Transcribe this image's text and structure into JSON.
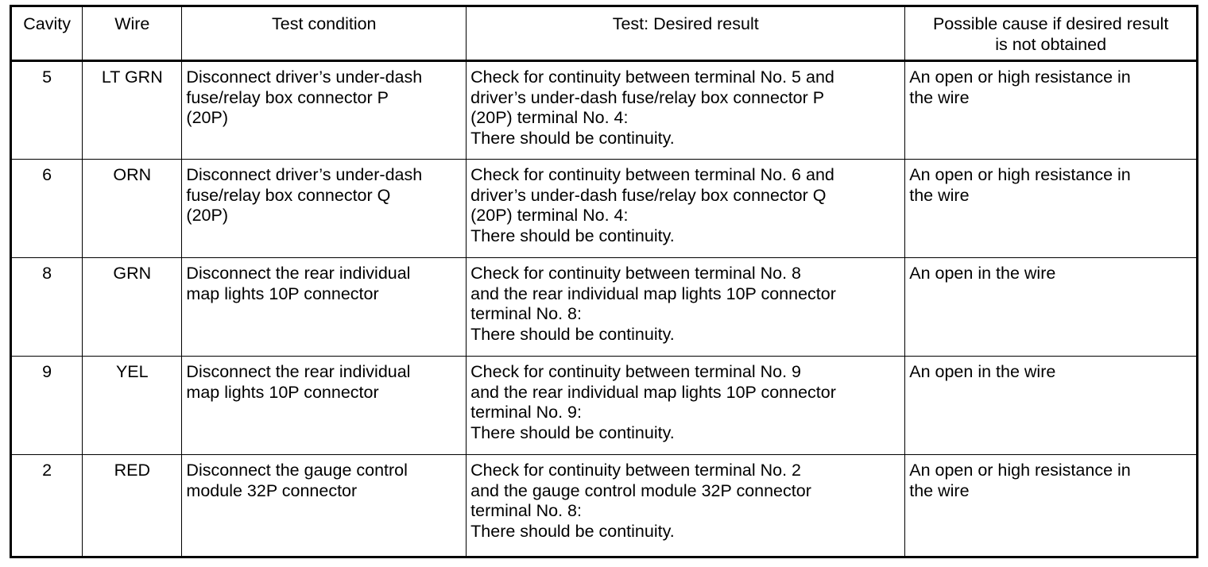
{
  "table": {
    "columns": [
      {
        "key": "cavity",
        "label": "Cavity"
      },
      {
        "key": "wire",
        "label": "Wire"
      },
      {
        "key": "condition",
        "label": "Test condition"
      },
      {
        "key": "test",
        "label": "Test: Desired result"
      },
      {
        "key": "cause",
        "label": "Possible cause if desired result\nis not obtained"
      }
    ],
    "rows": [
      {
        "cavity": "5",
        "wire": "LT GRN",
        "condition": "Disconnect driver’s under-dash\nfuse/relay box connector P\n(20P)",
        "test": "Check for continuity between terminal No. 5 and\ndriver’s under-dash fuse/relay box connector P\n(20P) terminal No. 4:\nThere should be continuity.",
        "cause": "An open or high resistance in\nthe wire"
      },
      {
        "cavity": "6",
        "wire": "ORN",
        "condition": "Disconnect driver’s under-dash\nfuse/relay box connector Q\n(20P)",
        "test": "Check for continuity between terminal No. 6 and\ndriver’s under-dash fuse/relay box connector Q\n(20P) terminal No. 4:\nThere should be continuity.",
        "cause": "An open or high resistance in\nthe wire"
      },
      {
        "cavity": "8",
        "wire": "GRN",
        "condition": "Disconnect the rear individual\nmap lights 10P connector",
        "test": "Check for continuity between terminal No. 8\nand the rear individual map lights 10P connector\nterminal No. 8:\nThere should be continuity.",
        "cause": "An open in the wire"
      },
      {
        "cavity": "9",
        "wire": "YEL",
        "condition": "Disconnect the rear individual\nmap lights 10P connector",
        "test": "Check for continuity between terminal No. 9\nand the rear individual map lights 10P connector\nterminal No. 9:\nThere should be continuity.",
        "cause": "An open in the wire"
      },
      {
        "cavity": "2",
        "wire": "RED",
        "condition": "Disconnect the gauge control\nmodule 32P connector",
        "test": "Check for continuity between terminal No. 2\nand the gauge control module 32P connector\nterminal No. 8:\nThere should be continuity.",
        "cause": "An open or high resistance in\nthe wire"
      }
    ]
  },
  "colors": {
    "background": "#ffffff",
    "rule": "#000000",
    "text": "#000000"
  }
}
